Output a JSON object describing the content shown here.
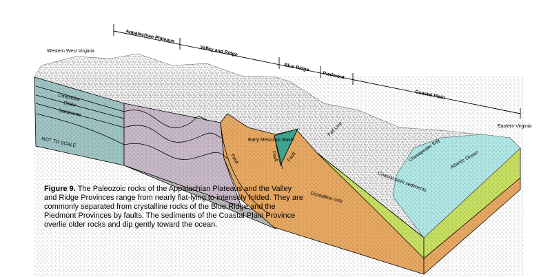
{
  "provinces": [
    "Appalachian Plateaus",
    "Valley and Ridge",
    "Blue Ridge",
    "Piedmont",
    "Coastal Plain"
  ],
  "places": {
    "west": "Western West Virginia",
    "east": "Eastern Virginia"
  },
  "rock_labels": {
    "limestone": "Limestone",
    "shale": "Shale",
    "sandstone": "Sandstone",
    "not_to_scale": "NOT TO SCALE",
    "basin": "Early Mesozoic Basin",
    "fault": "Fault",
    "crystalline": "Crystalline rock",
    "fall_line": "Fall Line",
    "coastal_sediments": "Coastal plain sediments",
    "bay": "Chesapeake Bay",
    "ocean": "Atlantic Ocean"
  },
  "caption": {
    "figure": "Figure 9.",
    "text": "The Paleozoic rocks of the Appalachian Plateaus and the Valley and Ridge Provinces range from nearly flat-lying to intensely folded. They are commonly separated from crystalline rocks of the Blue Ridge and the Piedmont Provinces by faults. The sediments of the Coastal Plain Province overlie older rocks and dip gently toward the ocean."
  },
  "colors": {
    "plateau_rock": "#9fc4c4",
    "folded_rock": "#c8b8c8",
    "gray_rock": "#b4b4b4",
    "crystalline": "#e8a860",
    "basin": "#3aa890",
    "coastal": "#c8e060",
    "ocean": "#b0e8e8"
  }
}
